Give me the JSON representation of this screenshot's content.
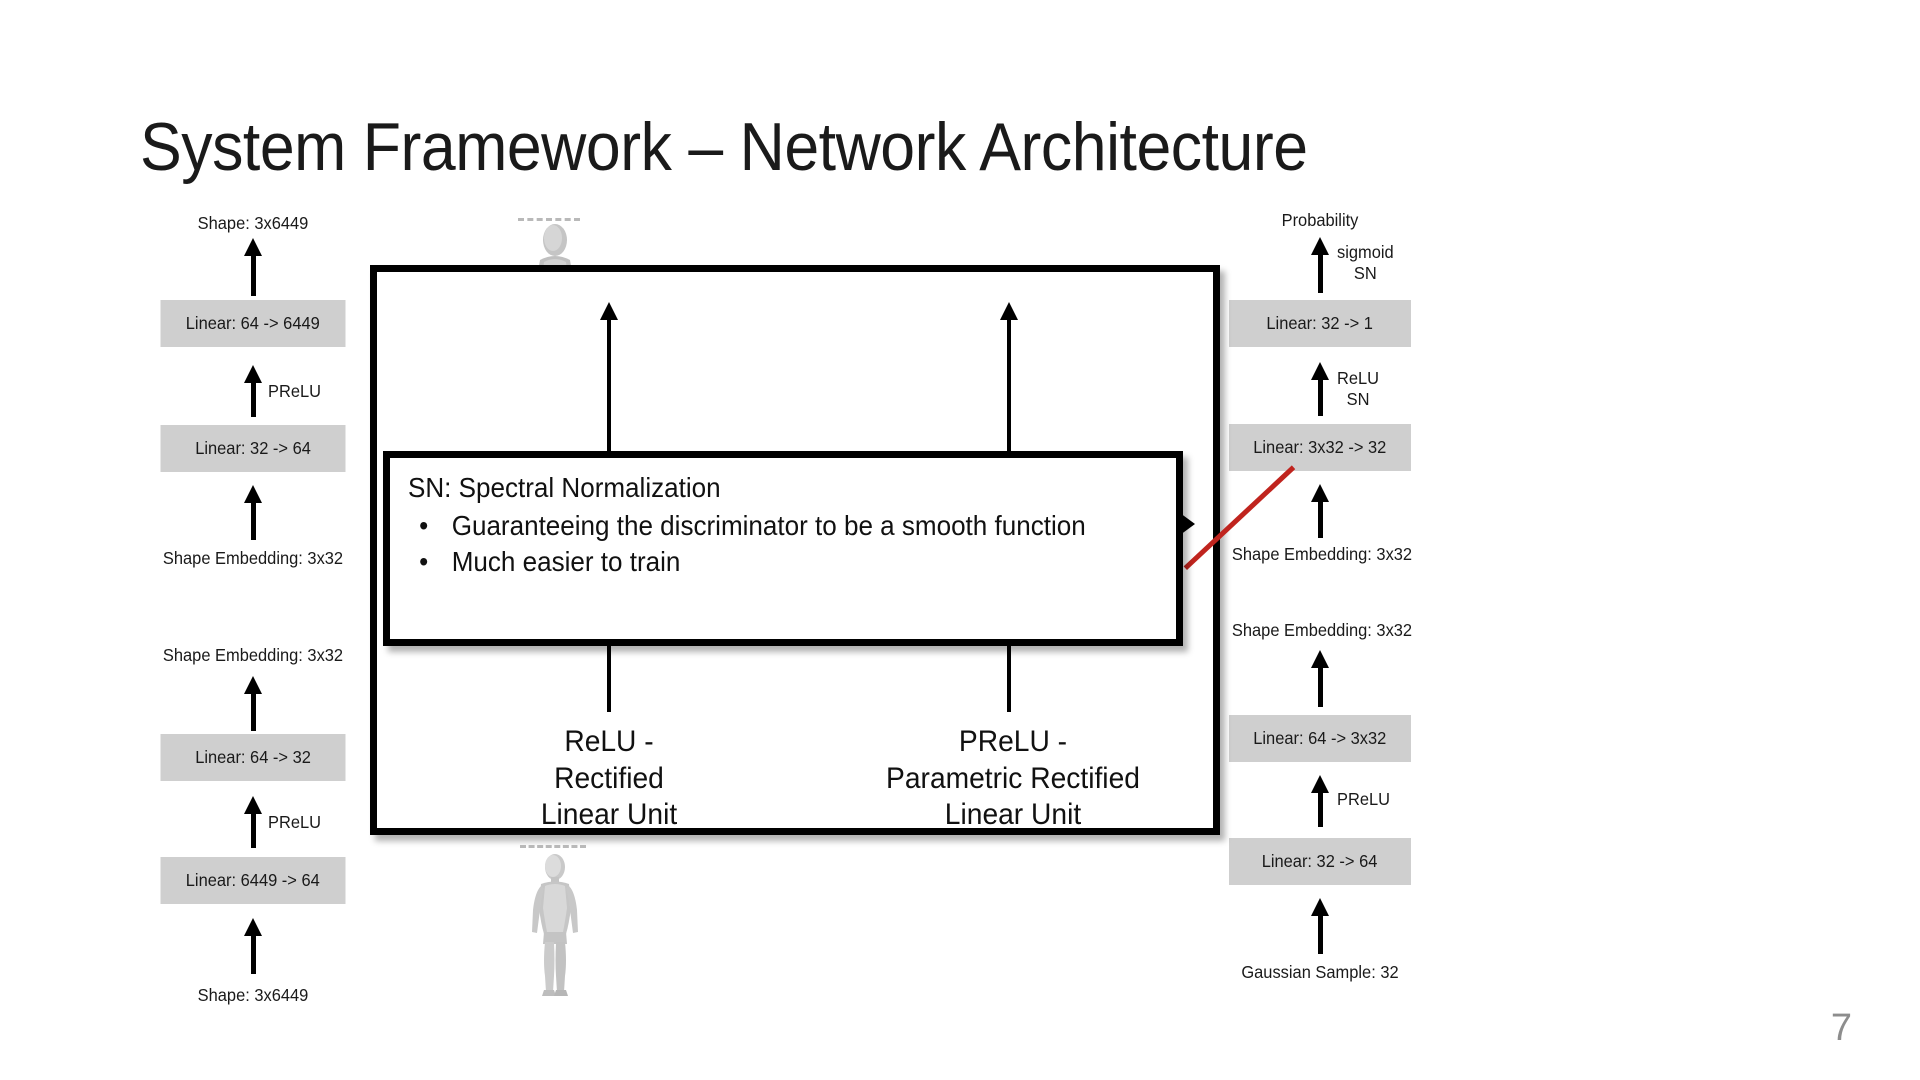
{
  "slide": {
    "title": "System Framework – Network Architecture",
    "page_number": "7",
    "colors": {
      "box_fill": "#cfcfcf",
      "curve": "#c0241e",
      "page_number": "#8d8d8d",
      "border": "#000000",
      "background": "#ffffff"
    }
  },
  "generator_column": {
    "top_output_label": "Shape: 3x6449",
    "nodes": [
      {
        "label": "Linear: 64 -> 6449",
        "type": "layer"
      },
      {
        "label": "PReLU",
        "type": "activation"
      },
      {
        "label": "Linear: 32 -> 64",
        "type": "layer"
      },
      {
        "label": "Shape Embedding: 3x32",
        "type": "tensor"
      },
      {
        "label": "Shape Embedding: 3x32",
        "type": "tensor"
      },
      {
        "label": "Linear: 64 -> 32",
        "type": "layer"
      },
      {
        "label": "PReLU",
        "type": "activation"
      },
      {
        "label": "Linear: 6449 -> 64",
        "type": "layer"
      }
    ],
    "bottom_input_label": "Shape: 3x6449"
  },
  "discriminator_column": {
    "top_output_label": "Probability",
    "nodes": [
      {
        "label": "sigmoid\nSN",
        "type": "activation"
      },
      {
        "label": "Linear: 32 -> 1",
        "type": "layer"
      },
      {
        "label": "ReLU\nSN",
        "type": "activation"
      },
      {
        "label": "Linear: 3x32 -> 32",
        "type": "layer"
      },
      {
        "label": "Shape Embedding: 3x32",
        "type": "tensor"
      },
      {
        "label": "Shape Embedding: 3x32",
        "type": "tensor"
      },
      {
        "label": "Linear: 64 -> 3x32",
        "type": "layer"
      },
      {
        "label": "PReLU",
        "type": "activation"
      },
      {
        "label": "Linear: 32 -> 64",
        "type": "layer"
      }
    ],
    "bottom_input_label": "Gaussian Sample: 32"
  },
  "discriminator_labels": {
    "sigmoid": "sigmoid",
    "sigmoid_sn": "SN",
    "relu": "ReLU",
    "relu_sn": "SN",
    "prelu": "PReLU"
  },
  "activation_panel": {
    "relu_caption": "ReLU -\nRectified\nLinear Unit",
    "relu_caption_lines": [
      "ReLU -",
      "Rectified",
      "Linear Unit"
    ],
    "prelu_caption": "PReLU -\nParametric Rectified\nLinear Unit",
    "prelu_caption_lines": [
      "PReLU -",
      "Parametric Rectified",
      "Linear Unit"
    ]
  },
  "callout": {
    "title": "SN: Spectral Normalization",
    "bullets": [
      "Guaranteeing the discriminator to be a smooth function",
      "Much easier to train"
    ],
    "bullet_glyph": "•"
  }
}
